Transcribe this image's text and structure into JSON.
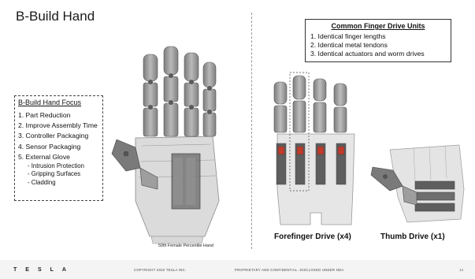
{
  "slide": {
    "title": "B-Build Hand"
  },
  "focus": {
    "title": "B-Build Hand Focus",
    "items": [
      "1. Part Reduction",
      "2. Improve Assembly Time",
      "3. Controller Packaging",
      "4. Sensor Packaging",
      "5. External Glove"
    ],
    "subitems": [
      "- Intrusion Protection",
      "- Gripping Surfaces",
      "- Cladding"
    ]
  },
  "common": {
    "title": "Common Finger Drive Units",
    "items": [
      "1.  Identical finger lengths",
      "2.  Identical metal tendons",
      "3.  Identical actuators and worm drives"
    ]
  },
  "captions": {
    "hand": "50th Female Percentile Hand",
    "forefinger": "Forefinger Drive (x4)",
    "thumb": "Thumb Drive (x1)"
  },
  "footer": {
    "logo": "TESLA",
    "copyright": "COPYRIGHT 2022 TESLA INC.",
    "confidential": "PROPRIETARY AND CONFIDENTIAL. DISCLOSED UNDER NDA",
    "page": "14"
  },
  "colors": {
    "finger_gray": "#9a9a9a",
    "palm_translucent": "#c8c8c8",
    "highlight_red": "#c23a2a",
    "dark_gray": "#555555"
  }
}
